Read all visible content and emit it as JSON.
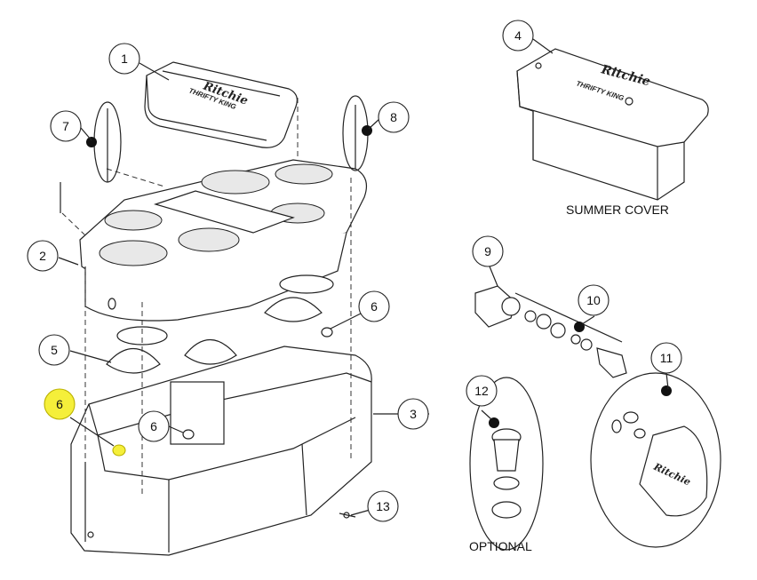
{
  "callouts": [
    "1",
    "2",
    "3",
    "4",
    "5",
    "6",
    "6",
    "6",
    "7",
    "8",
    "9",
    "10",
    "11",
    "12",
    "13"
  ],
  "captions": {
    "summer_cover": "SUMMER COVER",
    "optional": "OPTIONAL"
  },
  "branding": {
    "logo": "Ritchie",
    "model": "THRIFTY KING"
  },
  "colors": {
    "highlight": "#f5ef3a",
    "line": "#222222"
  }
}
